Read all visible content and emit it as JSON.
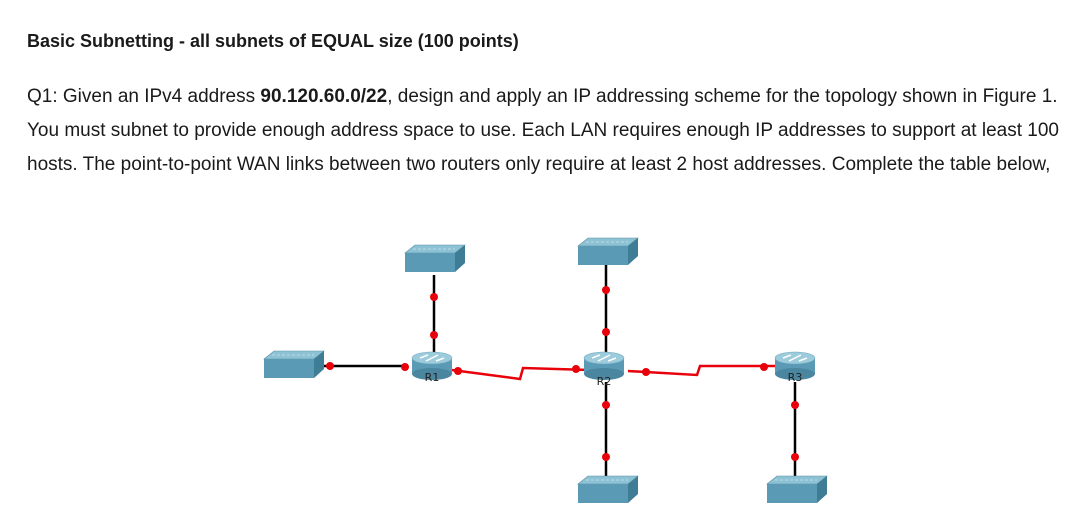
{
  "heading": "Basic Subnetting - all subnets of EQUAL size (100 points)",
  "question": {
    "prefix": "Q1: Given an IPv4 address ",
    "address": "90.120.60.0/22",
    "rest": ", design and apply an IP addressing scheme for the topology shown in Figure 1. You must subnet to provide enough address space to use. Each LAN requires enough IP addresses to support at least 100 hosts. The point-to-point WAN links between two routers only require at least 2 host addresses. Complete the table below,"
  },
  "topology": {
    "routers": [
      "R1",
      "R2",
      "R3"
    ],
    "switch_count": 5,
    "colors": {
      "device": "#5b9ab5",
      "device_top": "#82bccf",
      "lan_link": "#000000",
      "wan_link": "#e8000a",
      "port": "#e8000a"
    }
  }
}
